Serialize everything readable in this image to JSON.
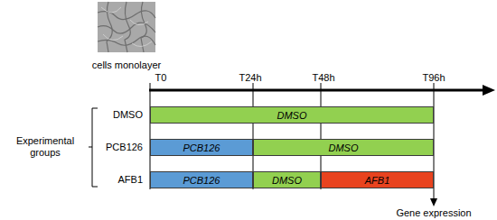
{
  "diagram": {
    "nodes": [
      {
        "text": [
          "DMSO"
        ]
      },
      {
        "text": [
          "PCB126"
        ]
      },
      {
        "text": [
          "DMSO"
        ]
      },
      {
        "text": [
          "PCB126"
        ]
      },
      {
        "text": [
          "DMSO"
        ]
      },
      {
        "text": [
          "AFB1"
        ]
      }
    ],
    "labels": [
      "cells monolayer",
      "T0",
      "T24h",
      "T48h",
      "T96h",
      "Experimental groups",
      "DMSO",
      "PCB126",
      "AFB1",
      "Gene expression"
    ]
  }
}
